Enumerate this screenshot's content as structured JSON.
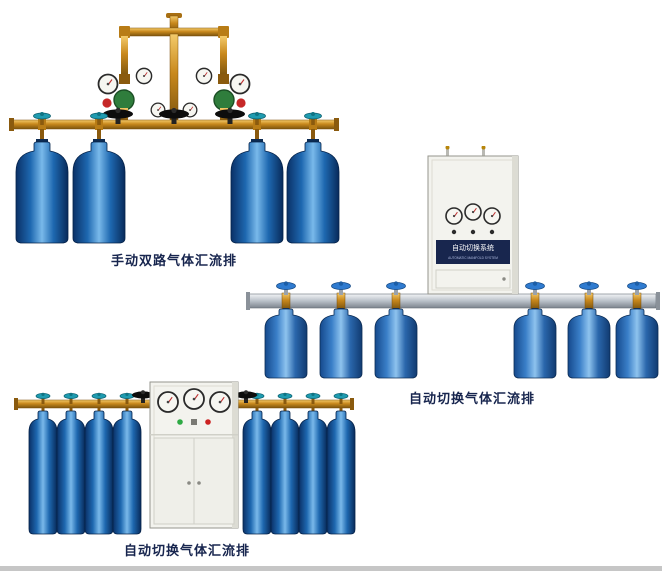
{
  "page": {
    "background_color": "#ffffff",
    "caption_color": "#17254e",
    "bottom_strip_color": "#c6c6c6"
  },
  "products": [
    {
      "caption": "手动双路气体汇流排"
    },
    {
      "caption": "自动切换气体汇流排",
      "cabinet_label": "自动切换系统",
      "cabinet_sublabel": "AUTOMATIC MANIFOLD SYSTEM"
    },
    {
      "caption": "自动切换气体汇流排"
    }
  ],
  "palette": {
    "cylinder_blue": "#1e68b0",
    "brass": "#c8881c",
    "valve_teal": "#1f9bb0",
    "valve_blue": "#2f7bd0",
    "cabinet_body": "#f3f3ee",
    "rail_silver": "#b9c0c8"
  }
}
